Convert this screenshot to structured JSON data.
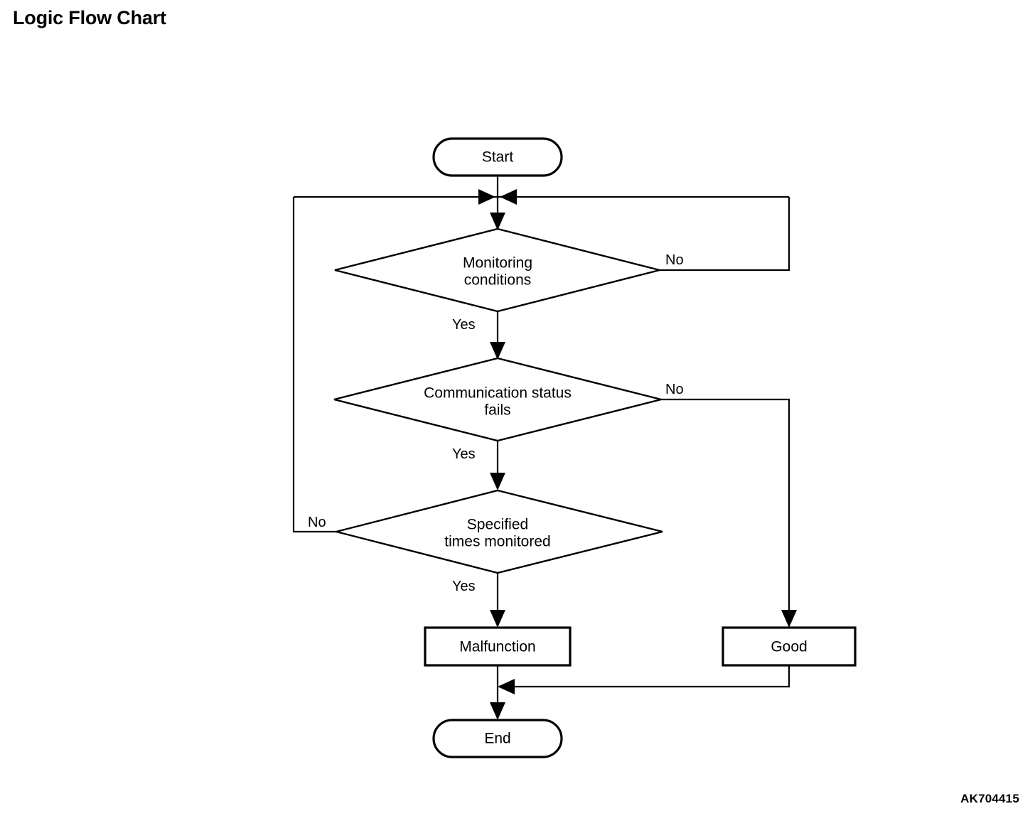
{
  "page": {
    "title": "Logic Flow Chart",
    "figure_id": "AK704415"
  },
  "chart_data": {
    "type": "diagram",
    "diagram_kind": "flowchart",
    "title": "Logic Flow Chart",
    "nodes": [
      {
        "id": "start",
        "shape": "terminator",
        "label": "Start"
      },
      {
        "id": "d1",
        "shape": "decision",
        "label_line1": "Monitoring",
        "label_line2": "conditions"
      },
      {
        "id": "d2",
        "shape": "decision",
        "label_line1": "Communication status",
        "label_line2": "fails"
      },
      {
        "id": "d3",
        "shape": "decision",
        "label_line1": "Specified",
        "label_line2": "times monitored"
      },
      {
        "id": "malfunction",
        "shape": "process",
        "label": "Malfunction"
      },
      {
        "id": "good",
        "shape": "process",
        "label": "Good"
      },
      {
        "id": "end",
        "shape": "terminator",
        "label": "End"
      }
    ],
    "edges": [
      {
        "from": "start",
        "to": "d1",
        "label": ""
      },
      {
        "from": "d1",
        "to": "d2",
        "label": "Yes",
        "label_side": "bottom-left"
      },
      {
        "from": "d1",
        "to": "d1",
        "label": "No",
        "label_side": "right",
        "routing": "right-then-up-loop"
      },
      {
        "from": "d2",
        "to": "d3",
        "label": "Yes",
        "label_side": "bottom-left"
      },
      {
        "from": "d2",
        "to": "good",
        "label": "No",
        "label_side": "right",
        "routing": "right-then-down"
      },
      {
        "from": "d3",
        "to": "malfunction",
        "label": "Yes",
        "label_side": "bottom-left"
      },
      {
        "from": "d3",
        "to": "d1",
        "label": "No",
        "label_side": "left",
        "routing": "left-then-up-loop"
      },
      {
        "from": "malfunction",
        "to": "end",
        "label": ""
      },
      {
        "from": "good",
        "to": "end",
        "label": "",
        "routing": "down-then-left"
      }
    ],
    "labels": {
      "yes": "Yes",
      "no": "No"
    },
    "colors": {
      "background": "#ffffff",
      "stroke": "#000000",
      "text": "#000000"
    }
  },
  "nodes": {
    "start": {
      "label": "Start"
    },
    "d1": {
      "line1": "Monitoring",
      "line2": "conditions"
    },
    "d2": {
      "line1": "Communication status",
      "line2": "fails"
    },
    "d3": {
      "line1": "Specified",
      "line2": "times monitored"
    },
    "malfunction": {
      "label": "Malfunction"
    },
    "good": {
      "label": "Good"
    },
    "end": {
      "label": "End"
    }
  },
  "edge_labels": {
    "d1_no": "No",
    "d1_yes": "Yes",
    "d2_no": "No",
    "d2_yes": "Yes",
    "d3_no": "No",
    "d3_yes": "Yes"
  }
}
